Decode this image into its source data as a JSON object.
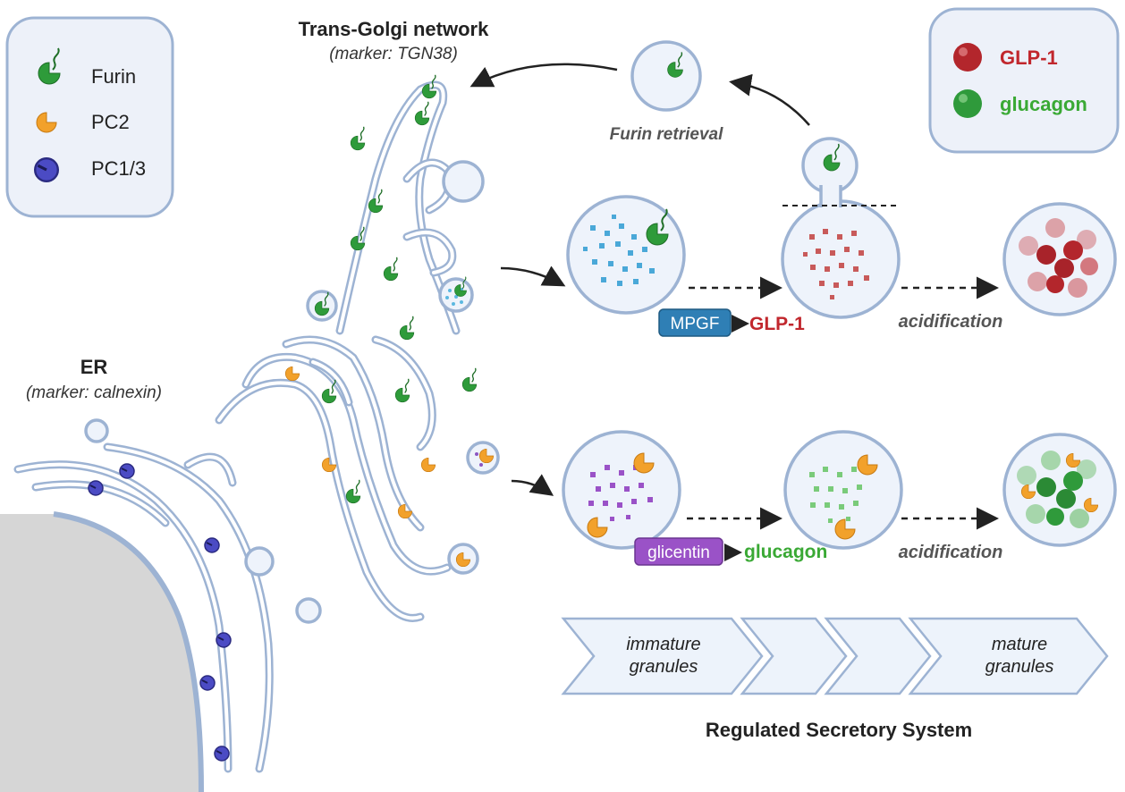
{
  "legend_enzymes": {
    "items": [
      {
        "label": "Furin",
        "color": "#2e9b3a"
      },
      {
        "label": "PC2",
        "color": "#f2a12b"
      },
      {
        "label": "PC1/3",
        "color": "#4b4bc4"
      }
    ]
  },
  "legend_peptides": {
    "items": [
      {
        "label": "GLP-1",
        "color": "#c1272d"
      },
      {
        "label": "glucagon",
        "color": "#3aa935"
      }
    ]
  },
  "tgn": {
    "title": "Trans-Golgi network",
    "marker": "(marker: TGN38)"
  },
  "er": {
    "title": "ER",
    "marker": "(marker: calnexin)"
  },
  "furin_retrieval": "Furin retrieval",
  "top_pathway": {
    "prohormone": "MPGF",
    "product": "GLP-1",
    "step": "acidification"
  },
  "bottom_pathway": {
    "prohormone": "glicentin",
    "product": "glucagon",
    "step": "acidification"
  },
  "maturation": {
    "immature": "immature granules",
    "mature": "mature granules"
  },
  "system_title": "Regulated Secretory System",
  "colors": {
    "membrane": "#9db3d3",
    "lumen": "#eef3fb",
    "mpgf_box": "#2f7fb5",
    "glicentin_box": "#9a52c7",
    "glp1_text": "#c1272d",
    "glucagon_text": "#3aa935",
    "nucleus": "#d6d6d6"
  }
}
